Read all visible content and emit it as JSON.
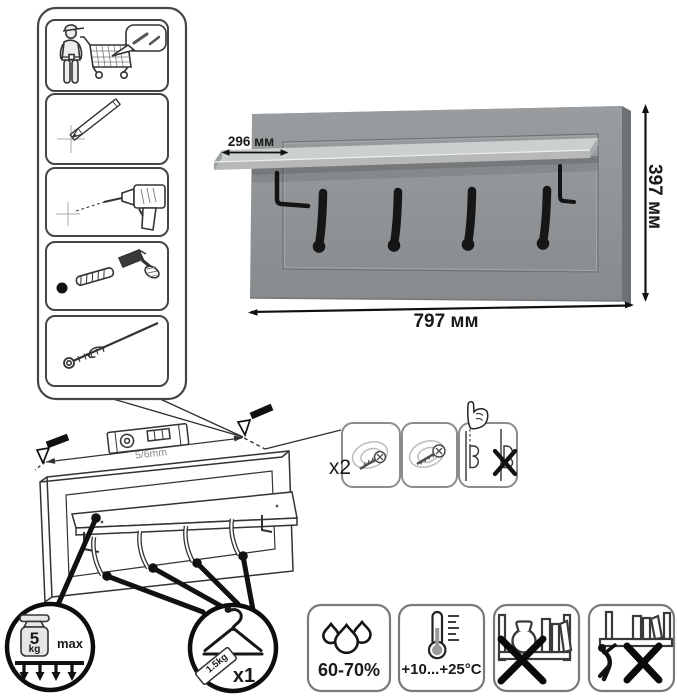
{
  "product": {
    "dim_depth": "296 мм",
    "dim_height": "397 мм",
    "dim_width": "797 мм"
  },
  "mounting": {
    "hole_spacing": "5/6mm",
    "screws_count": "x2"
  },
  "limits": {
    "max_load_value": "5",
    "max_load_unit": "kg",
    "max_load_label": "max",
    "per_hook_load": "1.5kg",
    "per_hook_qty": "x1"
  },
  "environment": {
    "humidity": "60-70%",
    "temperature": "+10...+25°C"
  },
  "colors": {
    "panel_gray": "#8f9294",
    "line_dark": "#333333",
    "black": "#111111"
  },
  "icons": [
    "person-with-cart-icon",
    "pencil-mark-icon",
    "drill-icon",
    "hammer-dowel-icon",
    "screw-in-icon",
    "spirit-level-icon",
    "screw-wall-plug-icon",
    "keyhole-bracket-icon",
    "pointing-hand-icon",
    "weight-5kg-icon",
    "coat-hanger-icon",
    "water-drops-icon",
    "thermometer-icon",
    "no-heavy-load-icon",
    "no-climbing-icon"
  ]
}
